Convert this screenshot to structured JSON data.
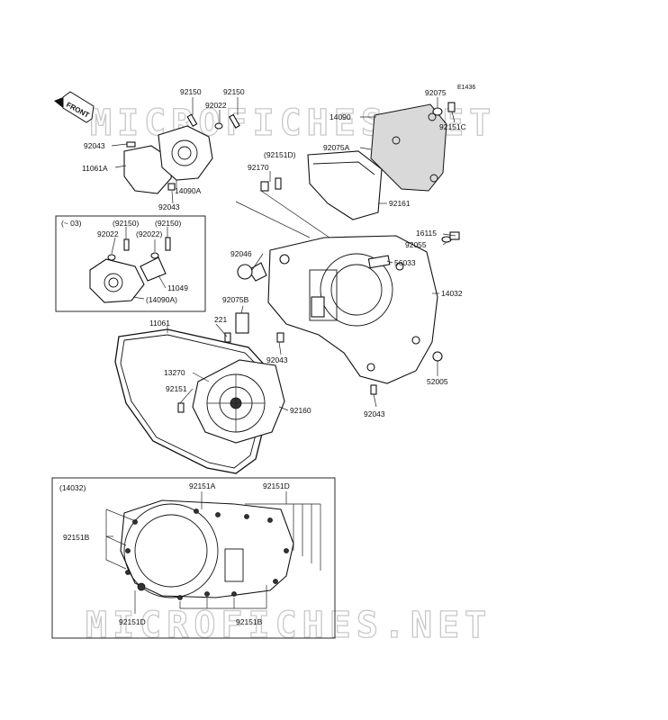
{
  "diagram_code": "E1436",
  "front_label": "FRONT",
  "watermark": "MICROFICHES.NET",
  "inset_top_label": "(~ 03)",
  "inset_bottom_label": "(14032)",
  "parts": [
    {
      "id": "92150",
      "a": "92150"
    },
    {
      "id": "92150b",
      "a": "92150"
    },
    {
      "id": "92022",
      "a": "92022"
    },
    {
      "id": "92043a",
      "a": "92043"
    },
    {
      "id": "11061A",
      "a": "11061A"
    },
    {
      "id": "14090A",
      "a": "14090A"
    },
    {
      "id": "92043b",
      "a": "92043"
    },
    {
      "id": "92075",
      "a": "92075"
    },
    {
      "id": "14090",
      "a": "14090"
    },
    {
      "id": "92151C",
      "a": "92151C"
    },
    {
      "id": "92075A",
      "a": "92075A"
    },
    {
      "id": "92151D_p",
      "a": "(92151D)"
    },
    {
      "id": "92170",
      "a": "92170"
    },
    {
      "id": "92161",
      "a": "92161"
    },
    {
      "id": "i92150",
      "a": "(92150)"
    },
    {
      "id": "i92150b",
      "a": "(92150)"
    },
    {
      "id": "i92022",
      "a": "92022"
    },
    {
      "id": "i92022b",
      "a": "(92022)"
    },
    {
      "id": "11049",
      "a": "11049"
    },
    {
      "id": "14090A_p",
      "a": "(14090A)"
    },
    {
      "id": "16115",
      "a": "16115"
    },
    {
      "id": "92055",
      "a": "92055"
    },
    {
      "id": "92046",
      "a": "92046"
    },
    {
      "id": "56033",
      "a": "56033"
    },
    {
      "id": "14032",
      "a": "14032"
    },
    {
      "id": "92075B",
      "a": "92075B"
    },
    {
      "id": "11061",
      "a": "11061"
    },
    {
      "id": "221",
      "a": "221"
    },
    {
      "id": "92043c",
      "a": "92043"
    },
    {
      "id": "52005",
      "a": "52005"
    },
    {
      "id": "13270",
      "a": "13270"
    },
    {
      "id": "92151",
      "a": "92151"
    },
    {
      "id": "92160",
      "a": "92160"
    },
    {
      "id": "92043d",
      "a": "92043"
    },
    {
      "id": "b92151A",
      "a": "92151A"
    },
    {
      "id": "b92151D",
      "a": "92151D"
    },
    {
      "id": "b92151B",
      "a": "92151B"
    },
    {
      "id": "b92151D2",
      "a": "92151D"
    },
    {
      "id": "b92151B2",
      "a": "92151B"
    }
  ]
}
